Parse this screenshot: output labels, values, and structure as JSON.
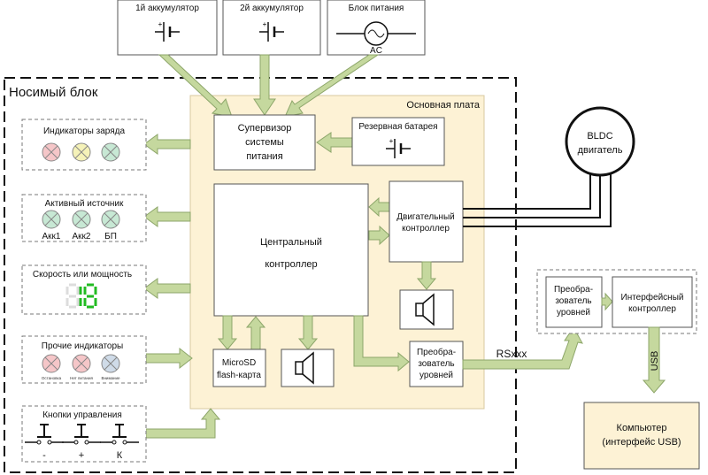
{
  "sources": {
    "battery1": "1й аккумулятор",
    "battery2": "2й аккумулятор",
    "power_unit": "Блок питания",
    "ac_label": "AC"
  },
  "wearable_unit": {
    "title": "Носимый блок",
    "main_board": "Основная плата",
    "supervisor": [
      "Супервизор",
      "системы",
      "питания"
    ],
    "backup_battery": "Резервная батарея",
    "central_controller": [
      "Центральный",
      "контроллер"
    ],
    "motor_controller": [
      "Двигательный",
      "контроллер"
    ],
    "microsd": [
      "MicroSD",
      "flash-карта"
    ],
    "level_converter": [
      "Преобра-",
      "зователь",
      "уровней"
    ],
    "charge_indicators": {
      "title": "Индикаторы заряда"
    },
    "active_source": {
      "title": "Активный источник",
      "labels": [
        "Акк1",
        "Акк2",
        "БП"
      ]
    },
    "speed_power": {
      "title": "Скорость или мощность"
    },
    "other_indicators": {
      "title": "Прочие индикаторы",
      "labels": [
        "Остановка",
        "Нет питания",
        "Внимание"
      ]
    },
    "control_buttons": {
      "title": "Кнопки управления",
      "labels": [
        "-",
        "+",
        "К"
      ]
    }
  },
  "motor": [
    "BLDC",
    "двигатель"
  ],
  "bus_label": "RSxxx",
  "usb_label": "USB",
  "interface_block": {
    "level_converter": [
      "Преобра-",
      "зователь",
      "уровней"
    ],
    "interface_controller": [
      "Интерфейсный",
      "контроллер"
    ]
  },
  "computer": [
    "Компьютер",
    "(интерфейс USB)"
  ],
  "colors": {
    "arrow": "#c5d89e",
    "board": "#fdf2d5",
    "red": "#f5c6c8",
    "yellow": "#f5f2b8",
    "green": "#c7e8d4",
    "blue": "#cfdbe8",
    "digit": "#22bb22"
  }
}
